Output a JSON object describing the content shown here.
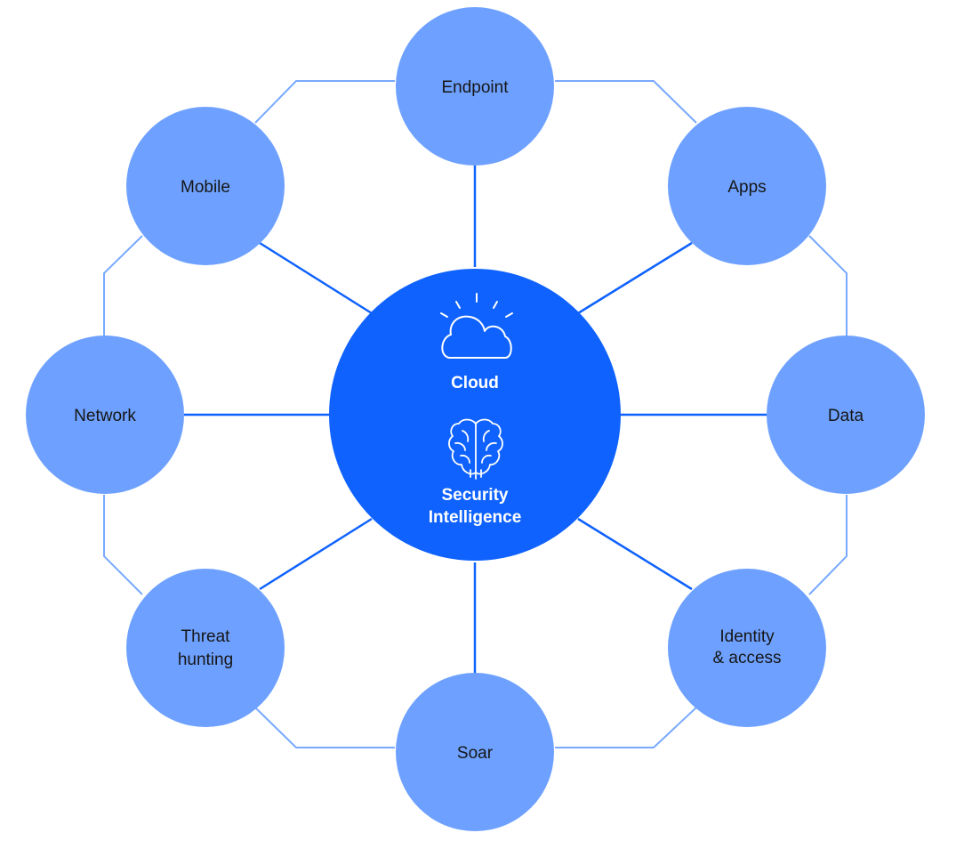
{
  "diagram": {
    "hub": {
      "cloud_label": "Cloud",
      "cloud_icon": "cloud-sun-icon",
      "intel_label_line1": "Security",
      "intel_label_line2": "Intelligence",
      "intel_icon": "brain-icon"
    },
    "nodes": {
      "endpoint": {
        "line1": "Endpoint"
      },
      "apps": {
        "line1": "Apps"
      },
      "data": {
        "line1": "Data"
      },
      "identity": {
        "line1": "Identity",
        "line2": "& access"
      },
      "soar": {
        "line1": "Soar"
      },
      "threat": {
        "line1": "Threat",
        "line2": "hunting"
      },
      "network": {
        "line1": "Network"
      },
      "mobile": {
        "line1": "Mobile"
      }
    },
    "colors": {
      "hub_fill": "#0f62fe",
      "node_fill": "#6ea1ff",
      "spoke_line": "#0f62fe",
      "ring_line": "#78a9ff",
      "node_text": "#161616",
      "hub_text": "#ffffff"
    }
  }
}
